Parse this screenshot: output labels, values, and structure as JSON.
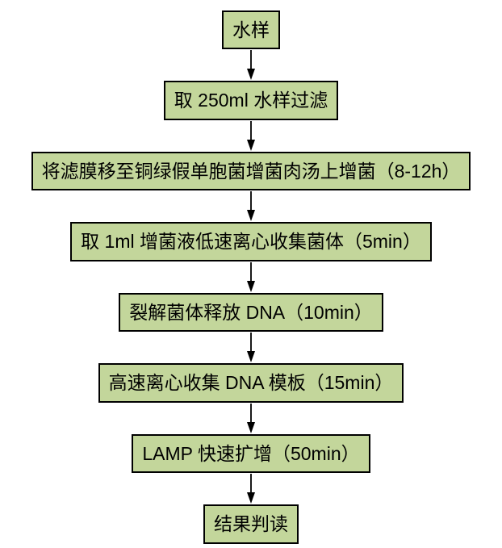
{
  "figure": {
    "background_color": "#ffffff",
    "box_fill_color": "#c3d69b",
    "box_border_color": "#000000",
    "text_color": "#000000",
    "arrow_color": "#000000"
  },
  "flowchart": {
    "type": "vertical-flow",
    "direction": "top-to-bottom",
    "steps": [
      {
        "label": "水样"
      },
      {
        "label": "取 250ml 水样过滤"
      },
      {
        "label": "将滤膜移至铜绿假单胞菌增菌肉汤上增菌（8-12h）"
      },
      {
        "label": "取 1ml 增菌液低速离心收集菌体（5min）"
      },
      {
        "label": "裂解菌体释放 DNA（10min）"
      },
      {
        "label": "高速离心收集 DNA 模板（15min）"
      },
      {
        "label": "LAMP 快速扩增（50min）"
      },
      {
        "label": "结果判读"
      }
    ]
  }
}
